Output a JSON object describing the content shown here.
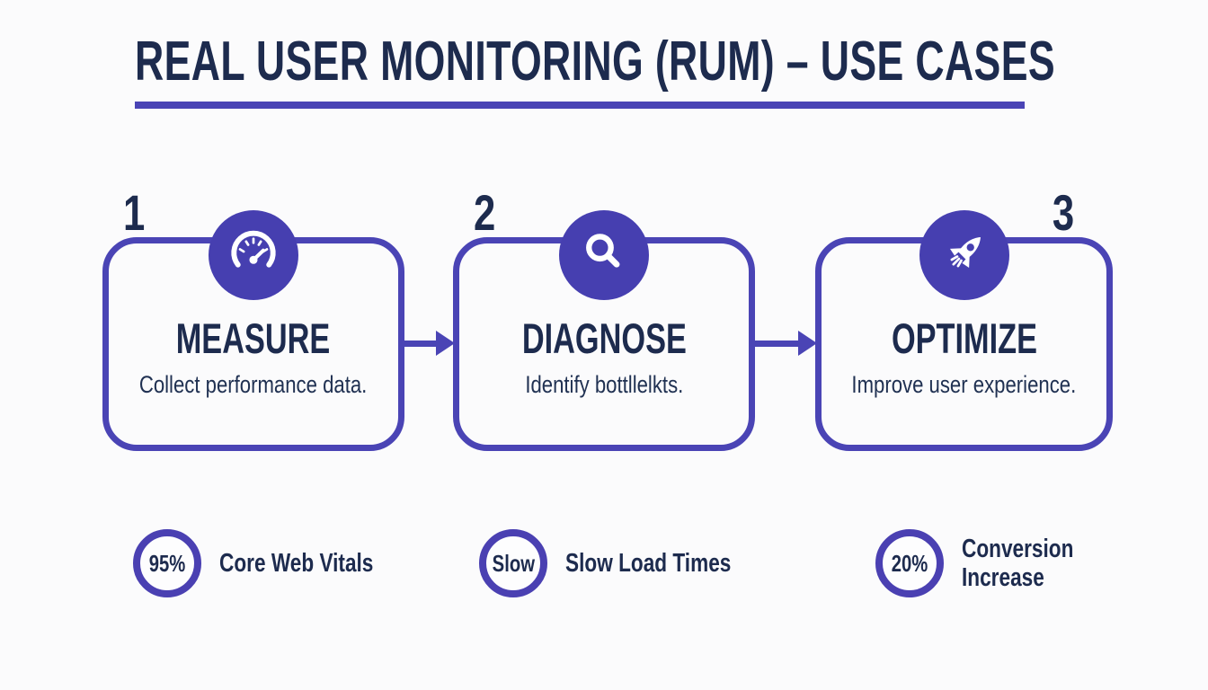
{
  "title": "REAL USER MONITORING (RUM) – USE CASES",
  "colors": {
    "accent": "#4a44b5",
    "icon_circle_fill": "#463fb0",
    "navy_text": "#1d2b4e",
    "background": "#fbfbfc"
  },
  "steps": [
    {
      "number": "1",
      "icon": "speedometer-icon",
      "title": "MEASURE",
      "description": "Collect performance data."
    },
    {
      "number": "2",
      "icon": "magnifying-glass-icon",
      "title": "DIAGNOSE",
      "description": "Identify bottllelkts."
    },
    {
      "number": "3",
      "icon": "rocket-icon",
      "title": "OPTIMIZE",
      "description": "Improve user experience."
    }
  ],
  "stats": [
    {
      "value": "95%",
      "label": "Core Web Vitals"
    },
    {
      "value": "Slow",
      "label": "Slow Load Times"
    },
    {
      "value": "20%",
      "label": "Conversion Increase"
    }
  ]
}
